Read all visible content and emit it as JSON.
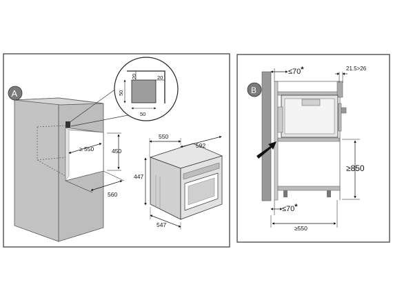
{
  "panel_a": {
    "badge": "A",
    "inset": {
      "top": "20",
      "right": "20",
      "left": "50",
      "bottom": "50"
    },
    "cabinet": {
      "depth": "≥ 550",
      "height": "450",
      "width": "560"
    },
    "oven": {
      "top_depth": "550",
      "top_width": "592",
      "height": "447",
      "bottom_depth": "547"
    }
  },
  "panel_b": {
    "badge": "B",
    "top_gap": "≤70",
    "top_gap_mark": "*",
    "right_gap": "21.5>26",
    "height": "≥850",
    "bottom_gap": "≤70",
    "bottom_gap_mark": "*",
    "depth": "≥550"
  },
  "colors": {
    "wall": "#c8c8c8",
    "wall_dark": "#a8a8a8",
    "frame": "#333333",
    "oven_steel": "#d9d9d9"
  }
}
